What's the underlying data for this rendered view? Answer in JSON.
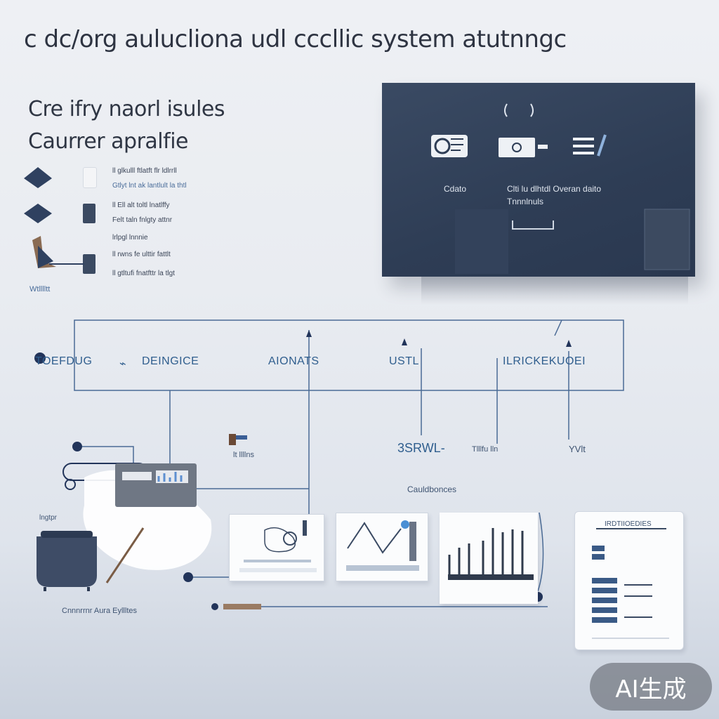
{
  "title": "c dc/org  aulucliona udl cccllic system atutnngc",
  "subtitle": {
    "line1": "Cre ifry naorl isules",
    "line2": "Caurrer apralfie"
  },
  "legend": {
    "items": [
      "ll glkulll ftlatft flr ldlrrll",
      "Gtlyt lnt ak lantlult la thtl",
      "ll Ell alt toltl lnatlffy",
      "Felt taln fnlgty attnr",
      "lrlpgl lnnnie",
      "ll rwns fe ulttir fattlt",
      "ll gtltufi fnatfttr la tlgt"
    ],
    "footer": "Wtlllltt"
  },
  "panel": {
    "label_left": "Cdato",
    "label_right_line1": "Clti lu dlhtdl Overan daito",
    "label_right_line2": "Tnnnlnuls"
  },
  "flow": {
    "labels": [
      "TOEFDUG",
      "DEINGICE",
      "AIONATS",
      "USTL",
      "ILRICKEKUOEI"
    ],
    "mid_labels": [
      "3SRWL-",
      "Tlllfu lln",
      "YVlt"
    ],
    "side_labels": [
      "lt llllns",
      "Cauldbonces",
      "lngtpr",
      "Cnnnrrnr Aura Eyllltes"
    ]
  },
  "report_card": {
    "heading": "IRDTIIOEDIES"
  },
  "badge": "AI生成",
  "colors": {
    "accent": "#2f5e8e",
    "panel": "#2e3d55",
    "line": "#4a6a95",
    "node": "#22345a"
  }
}
